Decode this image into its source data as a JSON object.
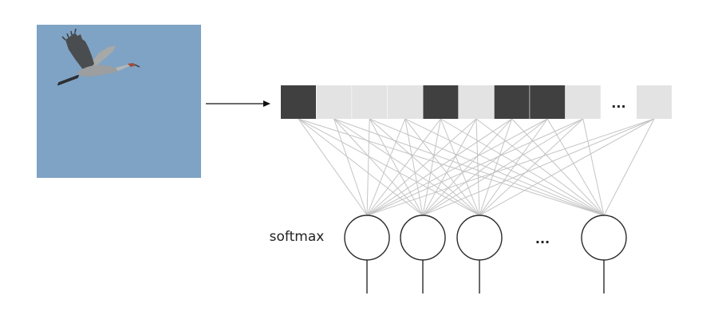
{
  "colors": {
    "sky": "#7fa3c4",
    "feature_on": "#404040",
    "feature_off": "#e3e3e3",
    "connection": "#c4c4c4",
    "node_stroke": "#2a2a2a",
    "arrow": "#111111",
    "text": "#222222"
  },
  "input_image": {
    "subject": "crane-in-flight"
  },
  "feature_vector": {
    "cells": [
      1,
      0,
      0,
      0,
      1,
      0,
      1,
      1,
      0,
      null,
      0
    ],
    "ellipsis_label": "..."
  },
  "output_layer": {
    "label": "softmax",
    "node_count_shown": 4,
    "ellipsis_label": "..."
  }
}
